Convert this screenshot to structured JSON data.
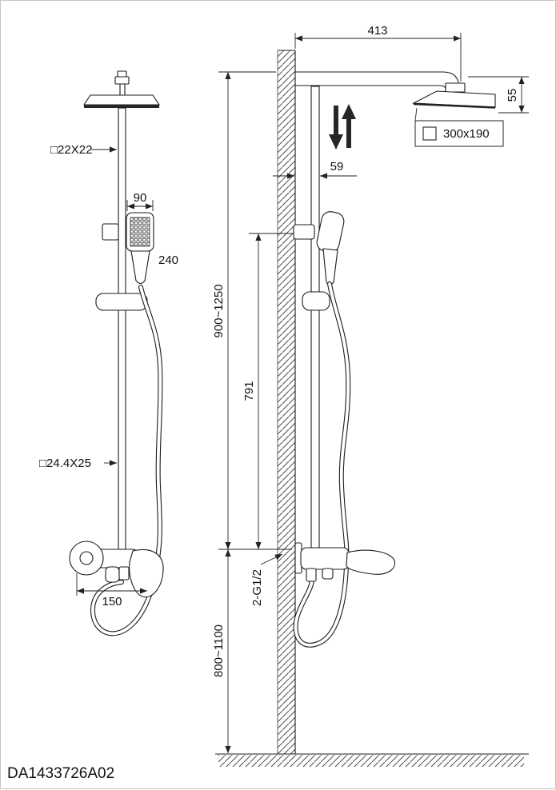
{
  "drawing": {
    "model_number": "DA1433726A02"
  },
  "front_view": {
    "upper_pipe_section": "□22X22",
    "handshower_width": "90",
    "handshower_length": "240",
    "lower_pipe_section": "□24.4X25",
    "mixer_center_distance": "150"
  },
  "side_view": {
    "shower_arm_reach": "413",
    "head_height": "55",
    "head_size": "300x190",
    "wall_offset": "59",
    "column_height_range": "900~1250",
    "handshower_height": "791",
    "inlet_connections": "2-G1/2",
    "install_height_range": "800~1100"
  }
}
